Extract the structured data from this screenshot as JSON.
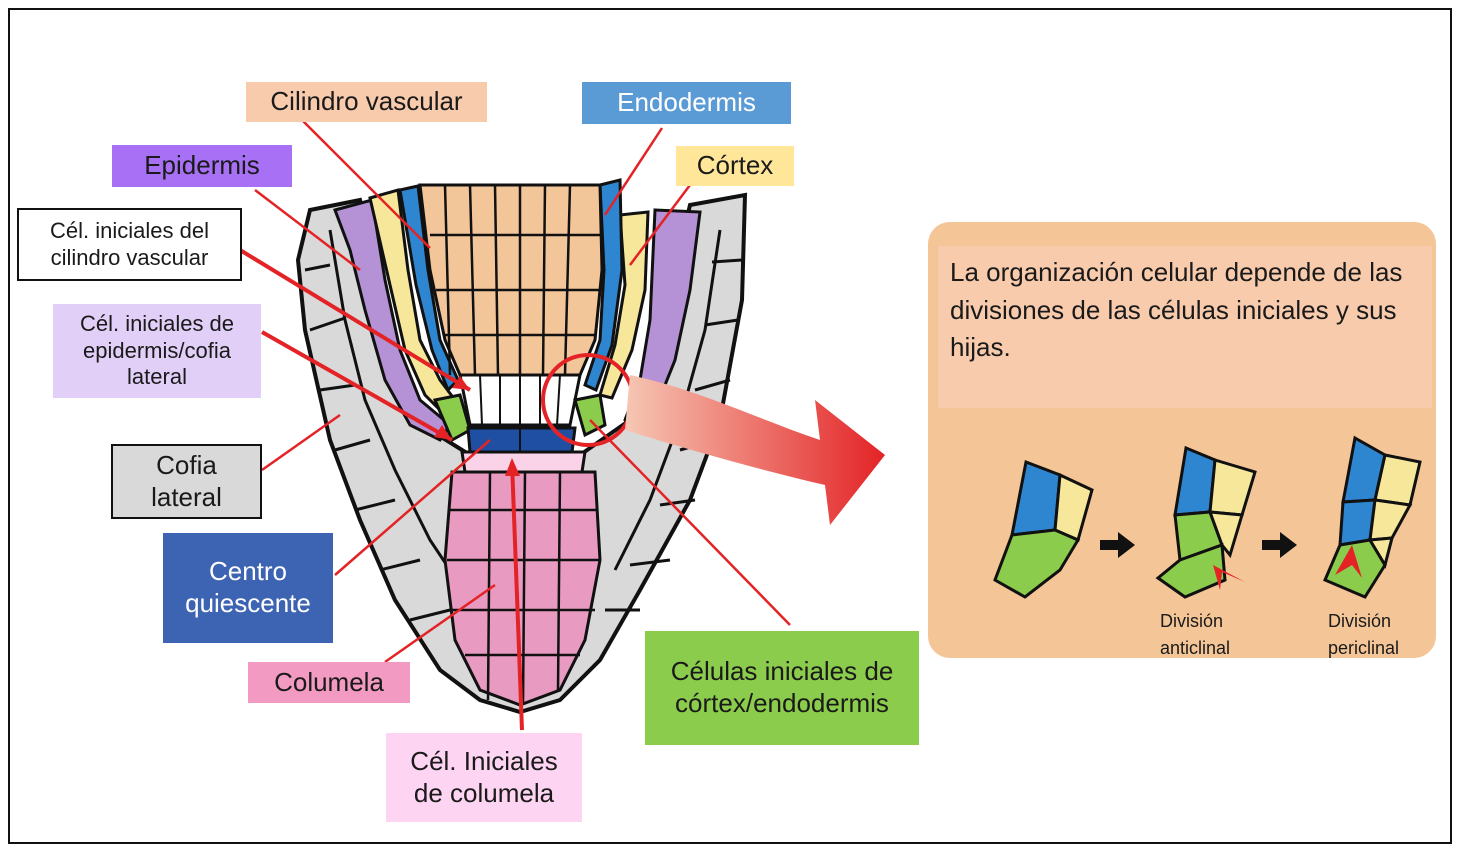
{
  "colors": {
    "vascular": "#f8cbad",
    "endodermis": "#5b9bd5",
    "epidermis": "#a770f5",
    "cortex": "#ffe699",
    "initials_epidermis": "#e2cff7",
    "lateral_cap": "#d9d9d9",
    "quiescent_center": "#3d63b3",
    "columella": "#f29ac2",
    "columella_initials": "#fdd5f2",
    "cortex_endodermis_initials": "#8ccc4c",
    "panel": "#f4c596",
    "arrow_red": "#e32326"
  },
  "labels": {
    "vascular_cylinder": "Cilindro vascular",
    "endodermis": "Endodermis",
    "epidermis": "Epidermis",
    "cortex": "Córtex",
    "vascular_initials": "Cél. iniciales del\ncilindro vascular",
    "epidermis_cap_initials": "Cél. iniciales de\nepidermis/cofia\nlateral",
    "lateral_cap": "Cofia\nlateral",
    "quiescent_center": "Centro\nquiescente",
    "columella": "Columela",
    "columella_initials": "Cél. Iniciales\nde columela",
    "cortex_endodermis_initials": "Células iniciales de\ncórtex/endodermis"
  },
  "panel": {
    "text": "La organización celular depende de las divisiones de las células iniciales y sus hijas.",
    "anticlinal": "División\nanticlinal",
    "periclinal": "División\npericlinal"
  }
}
